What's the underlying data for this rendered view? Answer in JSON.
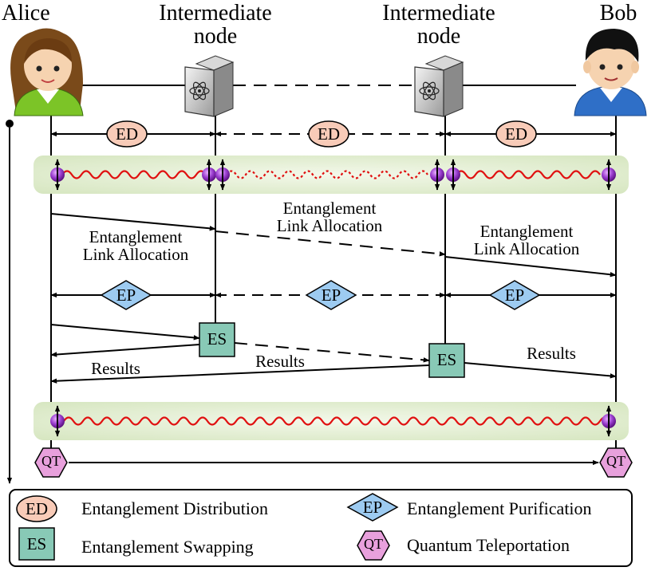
{
  "participants": {
    "alice": "Alice",
    "intermediate_1": [
      "Intermediate",
      "node"
    ],
    "intermediate_2": [
      "Intermediate",
      "node"
    ],
    "bob": "Bob"
  },
  "symbols": {
    "ed": "ED",
    "ep": "EP",
    "es": "ES",
    "qt": "QT"
  },
  "messages": {
    "link_allocation": [
      "Entanglement",
      "Link Allocation"
    ],
    "results": "Results"
  },
  "legend": {
    "ed": "Entanglement Distribution",
    "ep": "Entanglement Purification",
    "es": "Entanglement Swapping",
    "qt": "Quantum Teleportation"
  },
  "colors": {
    "ed_fill": "#f8cbb8",
    "ep_fill": "#9dcbf1",
    "es_fill": "#88c9b6",
    "qt_fill": "#e8a0dc",
    "band_fill": "#e2eed2",
    "wave": "#e01010",
    "qubit": "#8a2bb8"
  }
}
